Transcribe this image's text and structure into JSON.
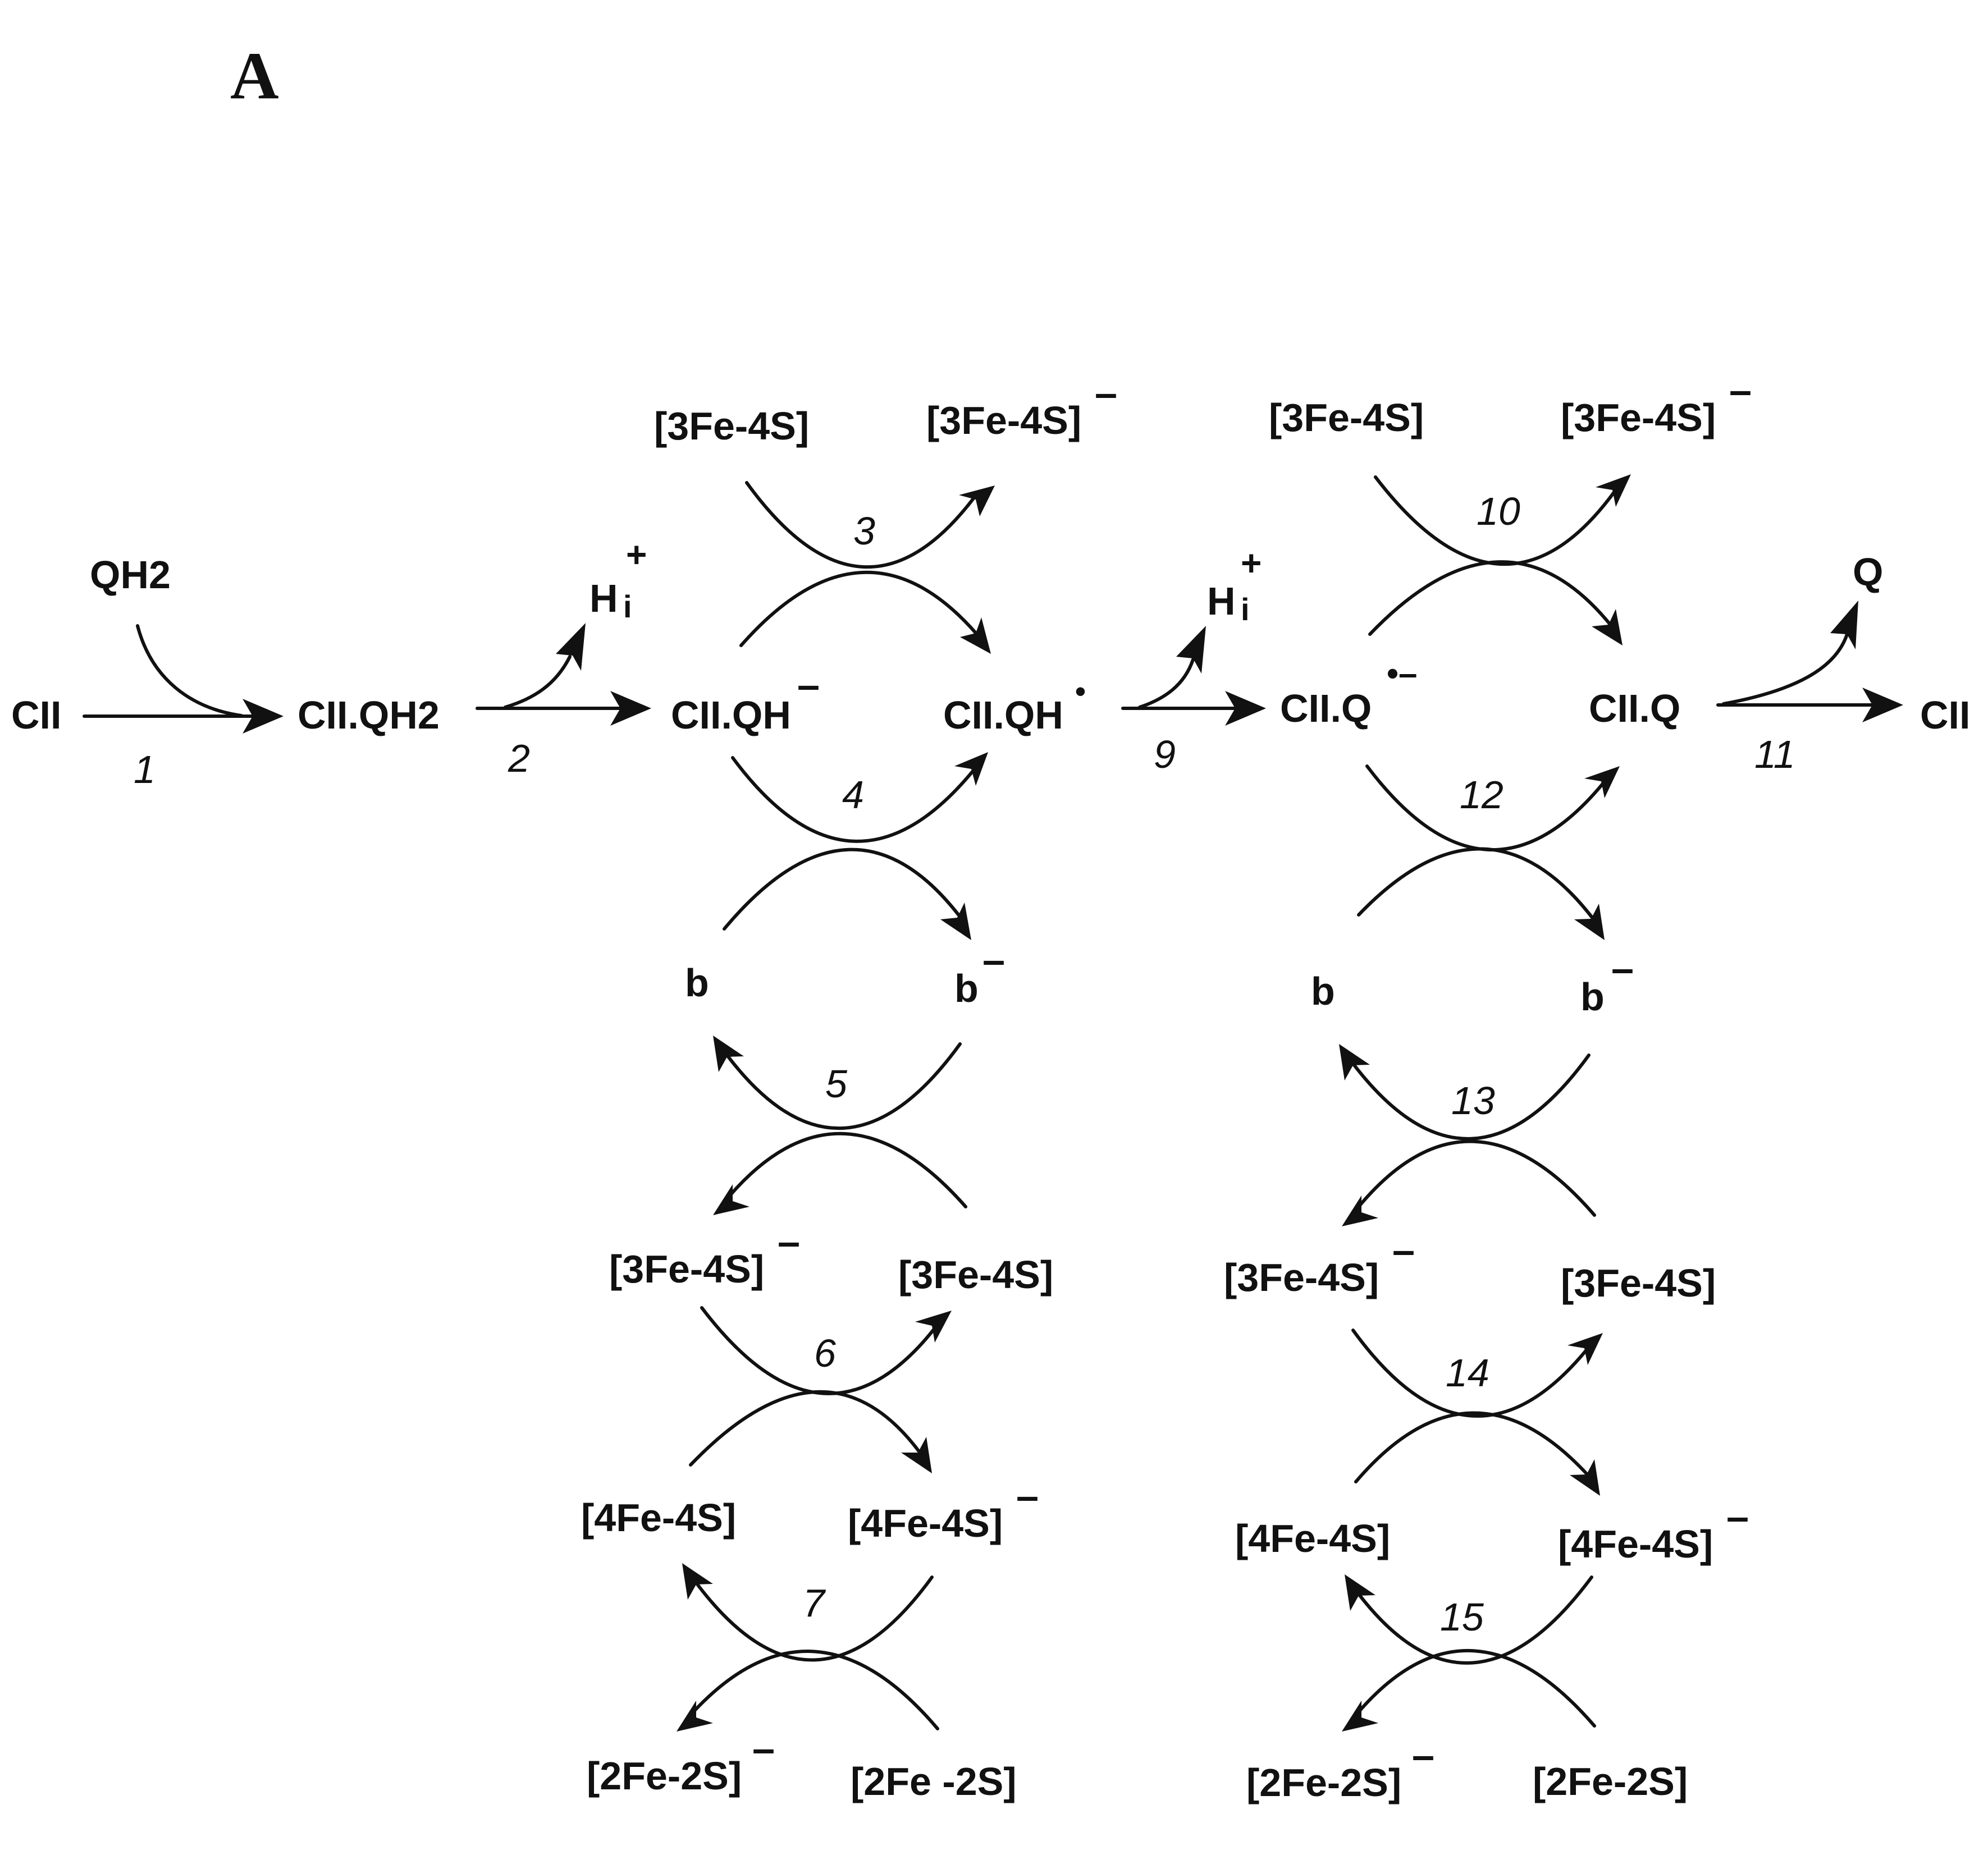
{
  "panel_label": "A",
  "species": {
    "cii_start": "CII",
    "qh2_in": "QH2",
    "cii_qh2": "CII.QH2",
    "h_i_1": "H",
    "h_i_1_sub": "i",
    "h_i_1_sup": "+",
    "cii_qh_minus": "CII.QH",
    "cii_qh_minus_sup": "–",
    "cii_qh_radical": "CII.QH",
    "cii_qh_radical_sup": "•",
    "h_i_2": "H",
    "h_i_2_sub": "i",
    "h_i_2_sup": "+",
    "cii_q_radical": "CII.Q",
    "cii_q_radical_sup": "•–",
    "cii_q": "CII.Q",
    "q_out": "Q",
    "cii_end": "CII",
    "l_3fe4s_top": "[3Fe-4S]",
    "l_3fe4s_top_minus": "[3Fe-4S]",
    "l_b": "b",
    "l_b_minus": "b",
    "l_3fe4s_mid_minus": "[3Fe-4S]",
    "l_3fe4s_mid": "[3Fe-4S]",
    "l_4fe4s": "[4Fe-4S]",
    "l_4fe4s_minus": "[4Fe-4S]",
    "l_2fe2s_minus": "[2Fe-2S]",
    "l_2fe2s": "[2Fe -2S]",
    "r_3fe4s_top": "[3Fe-4S]",
    "r_3fe4s_top_minus": "[3Fe-4S]",
    "r_b": "b",
    "r_b_minus": "b",
    "r_3fe4s_mid_minus": "[3Fe-4S]",
    "r_3fe4s_mid": "[3Fe-4S]",
    "r_4fe4s": "[4Fe-4S]",
    "r_4fe4s_minus": "[4Fe-4S]",
    "r_2fe2s_minus": "[2Fe-2S]",
    "r_2fe2s": "[2Fe-2S]",
    "minus_sign": "–"
  },
  "reactions": {
    "r1": "1",
    "r2": "2",
    "r3": "3",
    "r4": "4",
    "r5": "5",
    "r6": "6",
    "r7": "7",
    "r9": "9",
    "r10": "10",
    "r11": "11",
    "r12": "12",
    "r13": "13",
    "r14": "14",
    "r15": "15"
  }
}
